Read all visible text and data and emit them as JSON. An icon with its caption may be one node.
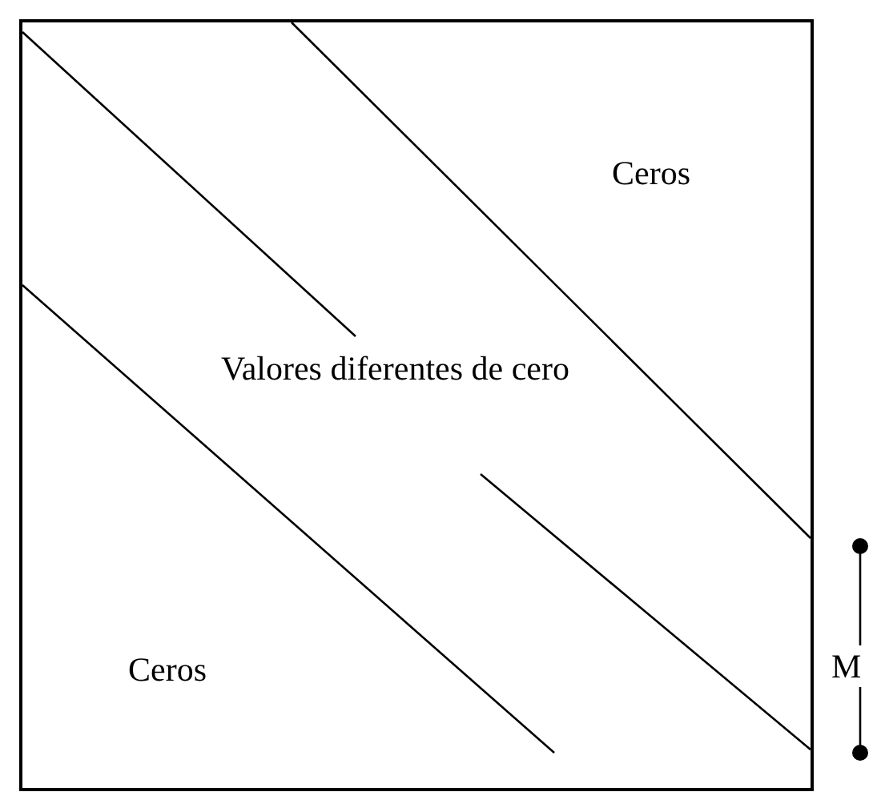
{
  "diagram": {
    "labels": [
      "Ceros",
      "Valores diferentes de cero",
      "Ceros",
      "M"
    ]
  }
}
